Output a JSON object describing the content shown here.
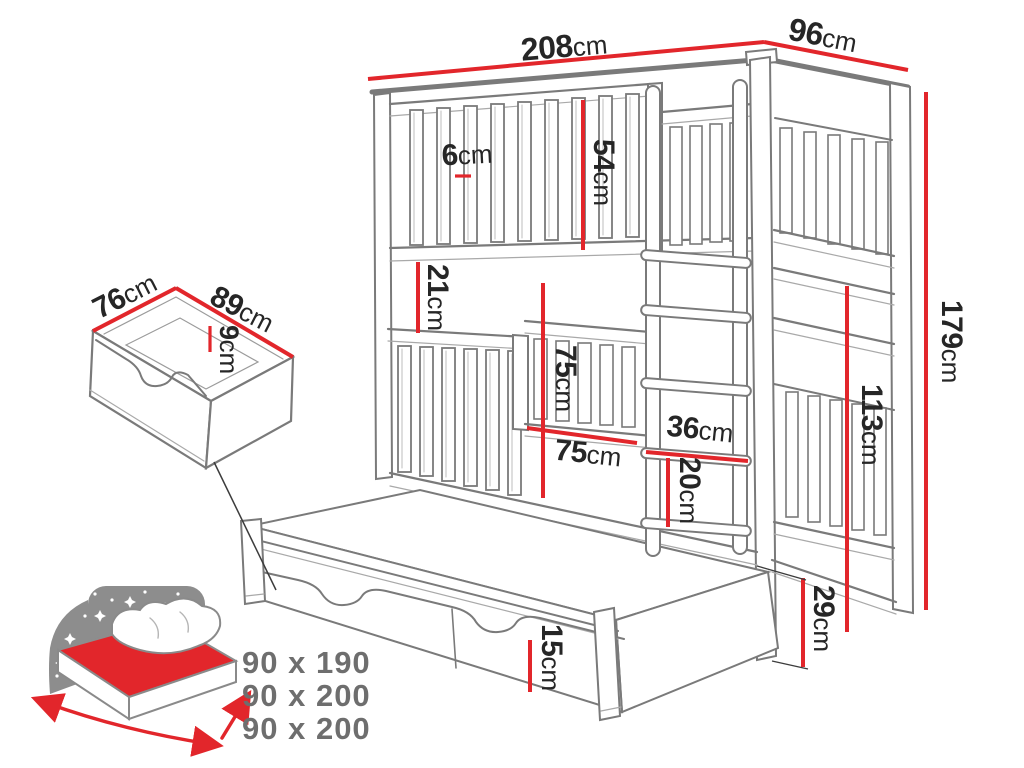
{
  "dims": [
    {
      "value": "208",
      "unit": "cm"
    },
    {
      "value": "96",
      "unit": "cm"
    },
    {
      "value": "179",
      "unit": "cm"
    },
    {
      "value": "54",
      "unit": "cm"
    },
    {
      "value": "6",
      "unit": "cm"
    },
    {
      "value": "21",
      "unit": "cm"
    },
    {
      "value": "75",
      "unit": "cm"
    },
    {
      "value": "75",
      "unit": "cm"
    },
    {
      "value": "36",
      "unit": "cm"
    },
    {
      "value": "20",
      "unit": "cm"
    },
    {
      "value": "113",
      "unit": "cm"
    },
    {
      "value": "29",
      "unit": "cm"
    },
    {
      "value": "15",
      "unit": "cm"
    },
    {
      "value": "76",
      "unit": "cm"
    },
    {
      "value": "89",
      "unit": "cm"
    },
    {
      "value": "9",
      "unit": "cm"
    }
  ],
  "mattress_sizes": [
    "90 x 190",
    "90 x 200",
    "90 x 200"
  ],
  "colors": {
    "dimension_red": "#e2262b",
    "line_gray": "#7a7a7a",
    "label_dark": "#262626",
    "sizes_gray": "#6e6e6e",
    "sky_gray": "#8d8d8d"
  },
  "icons": [
    "mattress-icon"
  ]
}
